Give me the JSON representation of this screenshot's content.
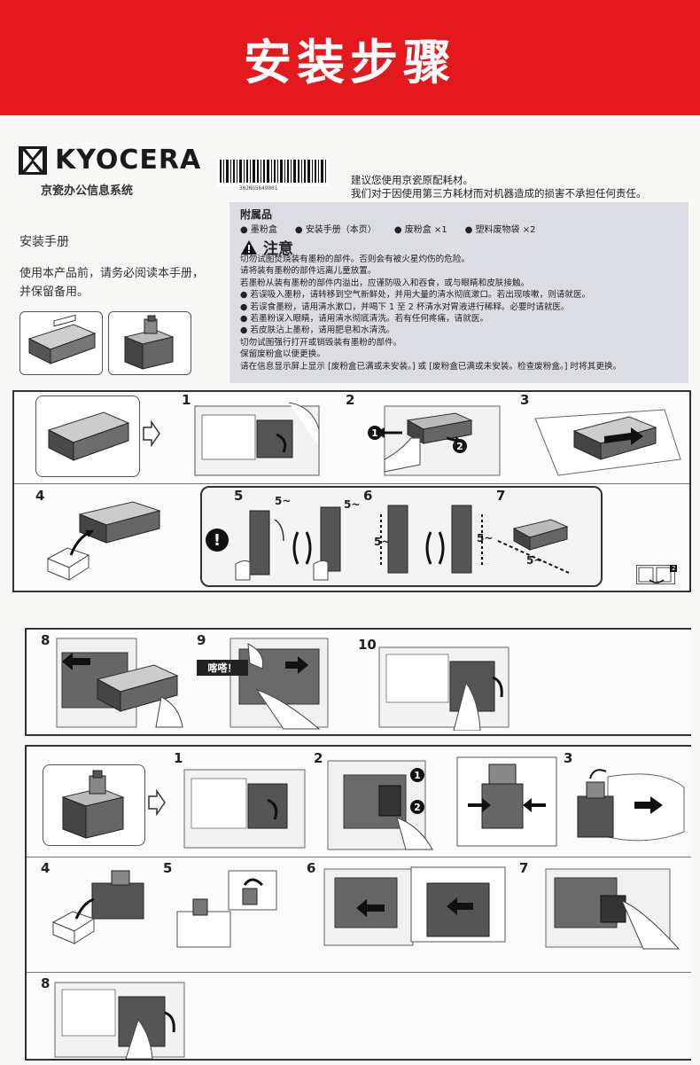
{
  "banner": {
    "title": "安装步骤"
  },
  "brand": {
    "logo": "KYOCERA",
    "subtitle": "京瓷办公信息系统"
  },
  "barcode": {
    "number": "302NG5649001"
  },
  "notice": {
    "line1": "建议您使用京瓷原配耗材。",
    "line2": "我们对于因使用第三方耗材而对机器造成的损害不承担任何责任。"
  },
  "manual": {
    "title": "安装手册",
    "note_line1": "使用本产品前，请务必阅读本手册，",
    "note_line2": "并保留备用。"
  },
  "accessories": {
    "title": "附属品",
    "items": [
      "墨粉盒",
      "安装手册（本页）",
      "废粉盒 ×1",
      "塑料废物袋 ×2"
    ]
  },
  "caution": {
    "title": "注意",
    "lines": [
      "切勿试图焚烧装有墨粉的部件。否则会有被火星灼伤的危险。",
      "请将装有墨粉的部件远离儿童放置。",
      "若墨粉从装有墨粉的部件内溢出，应谨防吸入和吞食，或与眼睛和皮肤接触。",
      "● 若误吸入墨粉，请转移到空气新鲜处，并用大量的清水彻底漱口。若出现咳嗽，则请就医。",
      "● 若误食墨粉，请用清水漱口，并喝下 1 至 2 杯清水对胃液进行稀释。必要时请就医。",
      "● 若墨粉误入眼睛，请用清水彻底清洗。若有任何疼痛，请就医。",
      "● 若皮肤沾上墨粉，请用肥皂和水清洗。",
      "切勿试图强行打开或销毁装有墨粉的部件。",
      "保留废粉盒以便更换。",
      "请在信息显示屏上显示 [废粉盒已满或未安装。] 或 [废粉盒已满或未安装。检查废粉盒。] 时将其更换。"
    ]
  },
  "toner_steps": [
    "1",
    "2",
    "3",
    "4",
    "5",
    "6",
    "7",
    "8",
    "9",
    "10"
  ],
  "waste_steps": [
    "1",
    "2",
    "3",
    "4",
    "5",
    "6",
    "7",
    "8"
  ],
  "labels": {
    "shake": "5~",
    "click": "喀嗒！",
    "callout1": "1",
    "callout2": "2",
    "exclaim": "!",
    "page_ref": "2"
  },
  "colors": {
    "banner": "#e3191d",
    "caution_box": "#dcdde2",
    "ink": "#222222"
  }
}
